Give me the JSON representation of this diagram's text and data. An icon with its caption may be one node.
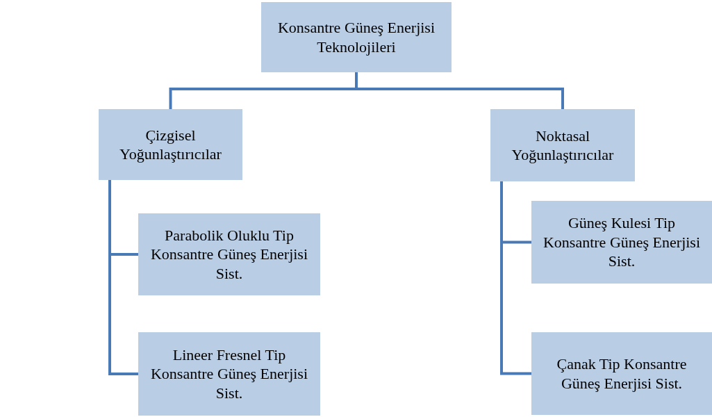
{
  "diagram": {
    "nodes": [
      {
        "text": [
          "Konsantre Güneş Enerjisi Teknolojileri"
        ]
      },
      {
        "text": [
          "Çizgisel Yoğunlaştırıcılar"
        ]
      },
      {
        "text": [
          "Noktasal Yoğunlaştırıcılar"
        ]
      },
      {
        "text": [
          "Parabolik Oluklu Tip Konsantre Güneş Enerjisi Sist."
        ]
      },
      {
        "text": [
          "Lineer Fresnel Tip Konsantre Güneş Enerjisi Sist."
        ]
      },
      {
        "text": [
          "Güneş Kulesi Tip Konsantre Güneş Enerjisi Sist."
        ]
      },
      {
        "text": [
          "Çanak Tip Konsantre Güneş Enerjisi Sist."
        ]
      }
    ],
    "edges": [
      {
        "from": 0,
        "to": 1,
        "arrow": "none"
      },
      {
        "from": 0,
        "to": 2,
        "arrow": "none"
      },
      {
        "from": 1,
        "to": 3,
        "arrow": "none"
      },
      {
        "from": 1,
        "to": 4,
        "arrow": "none"
      },
      {
        "from": 2,
        "to": 5,
        "arrow": "none"
      },
      {
        "from": 2,
        "to": 6,
        "arrow": "none"
      }
    ]
  }
}
